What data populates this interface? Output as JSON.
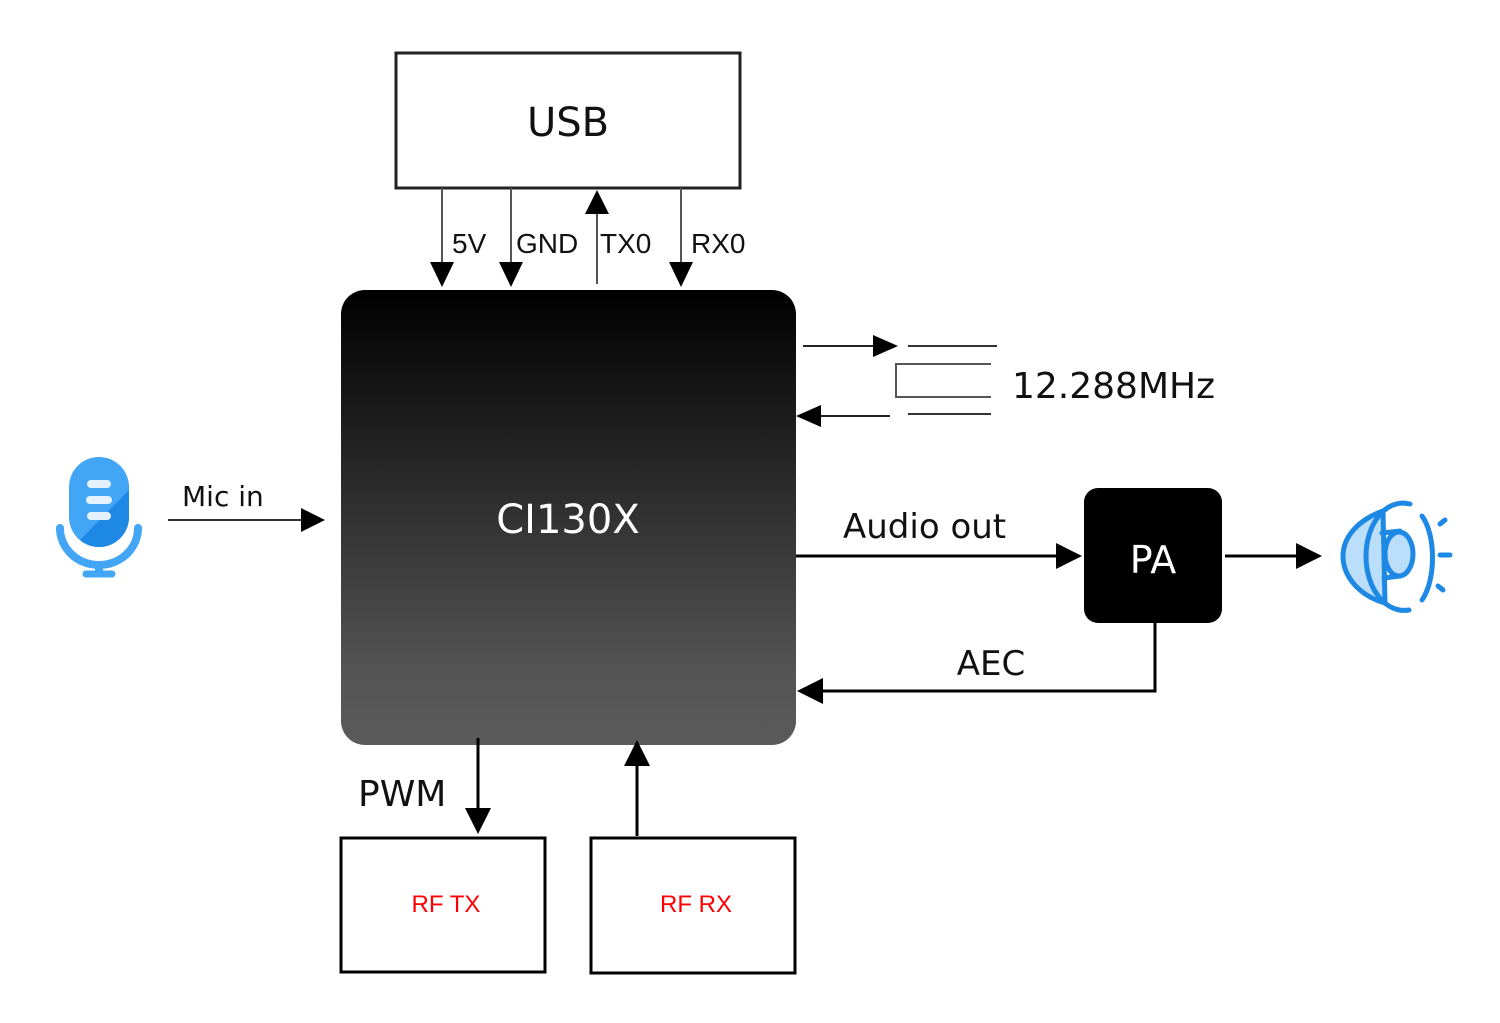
{
  "diagram": {
    "chip": {
      "label": "CI130X",
      "gradient_top": "#000000",
      "gradient_bottom": "#5a5a5a"
    },
    "usb": {
      "label": "USB"
    },
    "usb_signals": [
      {
        "label": "5V",
        "direction": "to-chip"
      },
      {
        "label": "GND",
        "direction": "to-chip"
      },
      {
        "label": "TX0",
        "direction": "to-usb"
      },
      {
        "label": "RX0",
        "direction": "to-chip"
      }
    ],
    "crystal": {
      "label": "12.288MHz"
    },
    "mic": {
      "label": "Mic in",
      "icon": "microphone-icon",
      "color": "#2196f3"
    },
    "audio_out": {
      "label": "Audio out"
    },
    "pa": {
      "label": "PA"
    },
    "aec": {
      "label": "AEC"
    },
    "speaker": {
      "icon": "speaker-icon",
      "color": "#1e88e5"
    },
    "pwm": {
      "label": "PWM"
    },
    "rf_tx": {
      "label": "RF TX",
      "color": "#ff0000"
    },
    "rf_rx": {
      "label": "RF RX",
      "color": "#ff0000"
    }
  }
}
